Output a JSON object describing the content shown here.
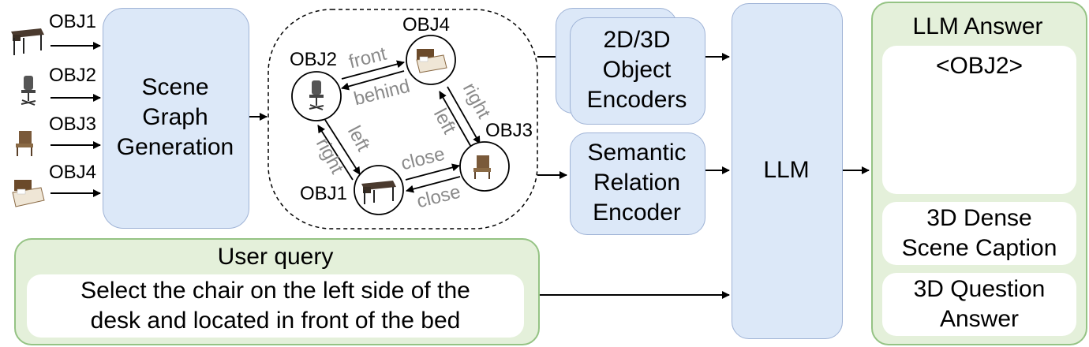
{
  "inputs": {
    "objects": [
      "OBJ1",
      "OBJ2",
      "OBJ3",
      "OBJ4"
    ],
    "icons": [
      "desk-icon",
      "chair-icon",
      "chair-icon",
      "bed-icon"
    ]
  },
  "scene_graph_generation": {
    "label": "Scene\nGraph\nGeneration"
  },
  "scene_graph": {
    "nodes": [
      "OBJ2",
      "OBJ4",
      "OBJ3",
      "OBJ1"
    ],
    "relations": {
      "front": "front",
      "behind": "behind",
      "right_top": "right",
      "left_right": "left",
      "left_mid": "left",
      "right_left": "right",
      "close_top": "close",
      "close_bottom": "close"
    }
  },
  "encoders": {
    "object": "2D/3D\nObject\nEncoders",
    "semantic": "Semantic\nRelation\nEncoder"
  },
  "llm": {
    "label": "LLM"
  },
  "llm_answer": {
    "title": "LLM Answer",
    "selected": "<OBJ2>",
    "caption": "3D Dense\nScene Caption",
    "qa": "3D Question\nAnswer"
  },
  "user_query": {
    "title": "User query",
    "text": "Select the chair on the left side of the\ndesk and located in front of the bed"
  },
  "colors": {
    "blue_box": "#dce8f8",
    "green_panel": "#e4f0da",
    "relation_text": "#8a8a8a"
  }
}
